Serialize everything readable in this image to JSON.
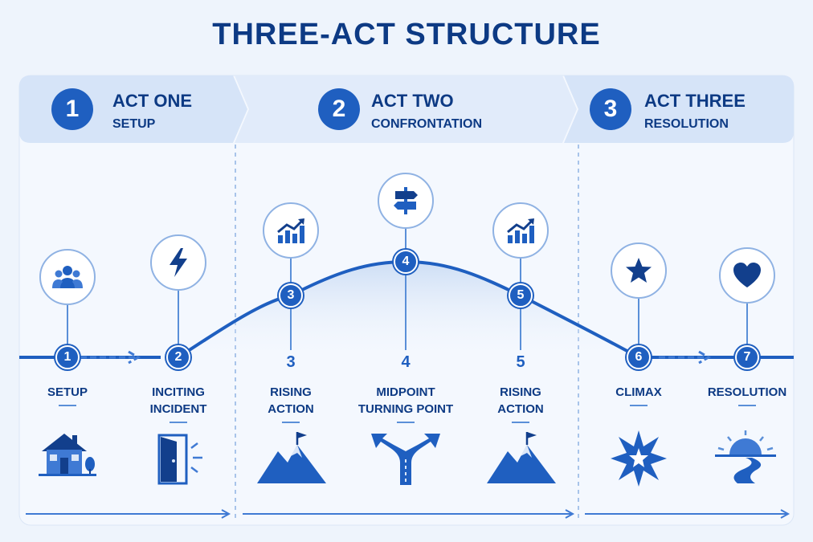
{
  "title": "THREE-ACT STRUCTURE",
  "acts": [
    {
      "number": "1",
      "name": "ACT ONE",
      "subtitle": "SETUP"
    },
    {
      "number": "2",
      "name": "ACT TWO",
      "subtitle": "CONFRONTATION"
    },
    {
      "number": "3",
      "name": "ACT THREE",
      "subtitle": "RESOLUTION"
    }
  ],
  "stages": [
    {
      "number": "1",
      "label_line1": "SETUP",
      "label_line2": "",
      "icon": "people-icon",
      "illustration": "house-icon"
    },
    {
      "number": "2",
      "label_line1": "INCITING",
      "label_line2": "INCIDENT",
      "icon": "lightning-icon",
      "illustration": "open-door-icon"
    },
    {
      "number": "3",
      "label_line1": "RISING",
      "label_line2": "ACTION",
      "icon": "rising-chart-icon",
      "illustration": "mountain-flag-icon"
    },
    {
      "number": "4",
      "label_line1": "MIDPOINT",
      "label_line2": "TURNING POINT",
      "icon": "signpost-icon",
      "illustration": "split-road-icon"
    },
    {
      "number": "5",
      "label_line1": "RISING",
      "label_line2": "ACTION",
      "icon": "rising-chart-icon",
      "illustration": "mountain-flag-icon"
    },
    {
      "number": "6",
      "label_line1": "CLIMAX",
      "label_line2": "",
      "icon": "star-icon",
      "illustration": "burst-icon"
    },
    {
      "number": "7",
      "label_line1": "RESOLUTION",
      "label_line2": "",
      "icon": "heart-icon",
      "illustration": "sunrise-road-icon"
    }
  ],
  "colors": {
    "primary": "#1f5fc0",
    "dark": "#0d3a84",
    "light": "#dbe7f8",
    "background": "#eef4fc"
  }
}
